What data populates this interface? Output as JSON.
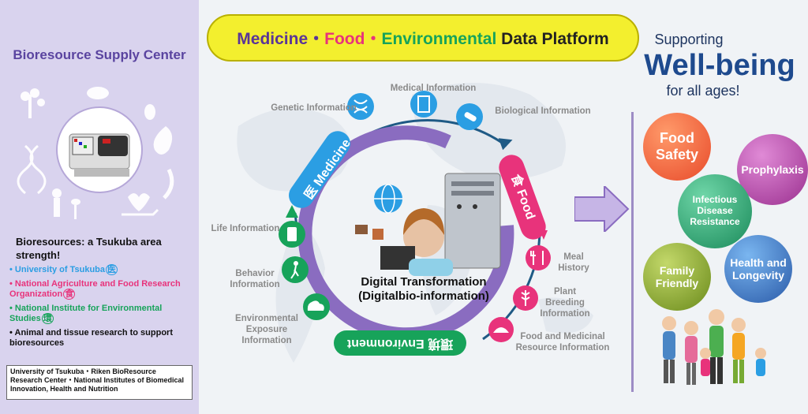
{
  "left_panel": {
    "title": "Bioresource Supply Center",
    "strength_heading": "Bioresources: a Tsukuba area strength!",
    "institutions": [
      {
        "name": "University of Tsukuba",
        "tag": "医",
        "color": "#2b9ee3"
      },
      {
        "name": "National Agriculture and Food Research Organization",
        "tag": "食",
        "color": "#e8337b"
      },
      {
        "name": "National Institute for Environmental Studies",
        "tag": "環",
        "color": "#17a35a"
      },
      {
        "name": "Animal and tissue research to support bioresources",
        "tag": "",
        "color": "#111111"
      }
    ],
    "organizations": "University of Tsukuba・Riken BioResource Research Center・National Institutes of Biomedical Innovation, Health and Nutrition"
  },
  "platform_title": {
    "medicine": "Medicine",
    "dot1": "・",
    "food": "Food",
    "dot2": "・",
    "environmental": "Environmental",
    "rest": " Data Platform"
  },
  "wellbeing": {
    "line1": "Supporting",
    "line2": "Well-being",
    "line3": "for all ages!"
  },
  "cycle": {
    "medicine_label": "医 Medicine",
    "food_label": "食 Food",
    "environment_label": "環境 Environment",
    "center_title": "Digital Transformation",
    "center_subtitle": "(Digitalbio-information)"
  },
  "info_labels": {
    "medical": "Medical Information",
    "genetic": "Genetic Information",
    "biological": "Biological Information",
    "life": "Life Information",
    "behavior": "Behavior Information",
    "env_exposure": "Environmental Exposure Information",
    "meal": "Meal History",
    "plant": "Plant Breeding Information",
    "food_medicinal": "Food and Medicinal Resource Information"
  },
  "outcomes": {
    "food_safety": "Food Safety",
    "prophylaxis": "Prophylaxis",
    "infectious": "Infectious Disease Resistance",
    "family": "Family Friendly",
    "health": "Health and Longevity"
  },
  "colors": {
    "medicine": "#2b9ee3",
    "food": "#e8337b",
    "environment": "#17a35a",
    "purple": "#8a6cc0"
  }
}
